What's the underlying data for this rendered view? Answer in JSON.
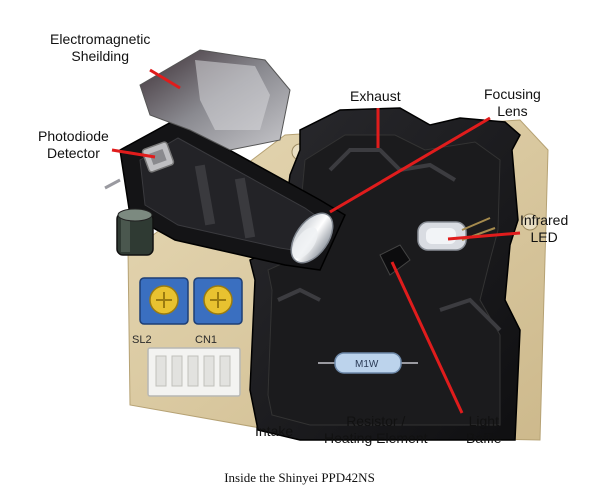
{
  "labels": {
    "em_shielding": "Electromagnetic\nSheilding",
    "photodiode": "Photodiode\nDetector",
    "exhaust": "Exhaust",
    "focusing_lens": "Focusing\nLens",
    "infrared_led": "Infrared\nLED",
    "intake": "Intake",
    "resistor": "Resistor /\nHeating Element",
    "light_baffle": "Light\nBaffle"
  },
  "pcb_marks": {
    "sl2": "SL2",
    "cn1": "CN1",
    "resistor_code": "M1W"
  },
  "caption": "Inside the Shinyei PPD42NS",
  "colors": {
    "callout_line": "#e01c1c",
    "pcb": "#d9c8a0",
    "housing": "#1c1c1e",
    "pot": "#3a6fc0",
    "pot_knob": "#e8c230"
  }
}
